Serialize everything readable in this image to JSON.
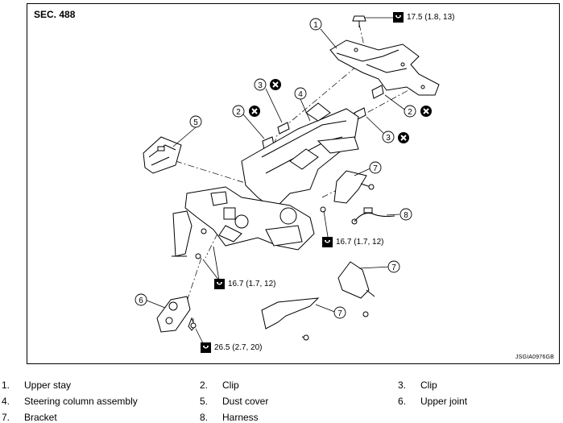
{
  "section": "SEC. 488",
  "figure_code": "JSGIA0976GB",
  "torques": {
    "upper_stay": "17.5 (1.8, 13)",
    "bracket_right": "16.7 (1.7, 12)",
    "column_left": "16.7 (1.7, 12)",
    "upper_joint": "26.5 (2.7, 20)"
  },
  "callouts": [
    "1",
    "2",
    "2",
    "3",
    "3",
    "4",
    "5",
    "6",
    "7",
    "7",
    "7",
    "8"
  ],
  "legend": [
    {
      "num": "1.",
      "label": "Upper stay"
    },
    {
      "num": "2.",
      "label": "Clip"
    },
    {
      "num": "3.",
      "label": "Clip"
    },
    {
      "num": "4.",
      "label": "Steering column assembly"
    },
    {
      "num": "5.",
      "label": "Dust cover"
    },
    {
      "num": "6.",
      "label": "Upper joint"
    },
    {
      "num": "7.",
      "label": "Bracket"
    },
    {
      "num": "8.",
      "label": "Harness"
    }
  ]
}
